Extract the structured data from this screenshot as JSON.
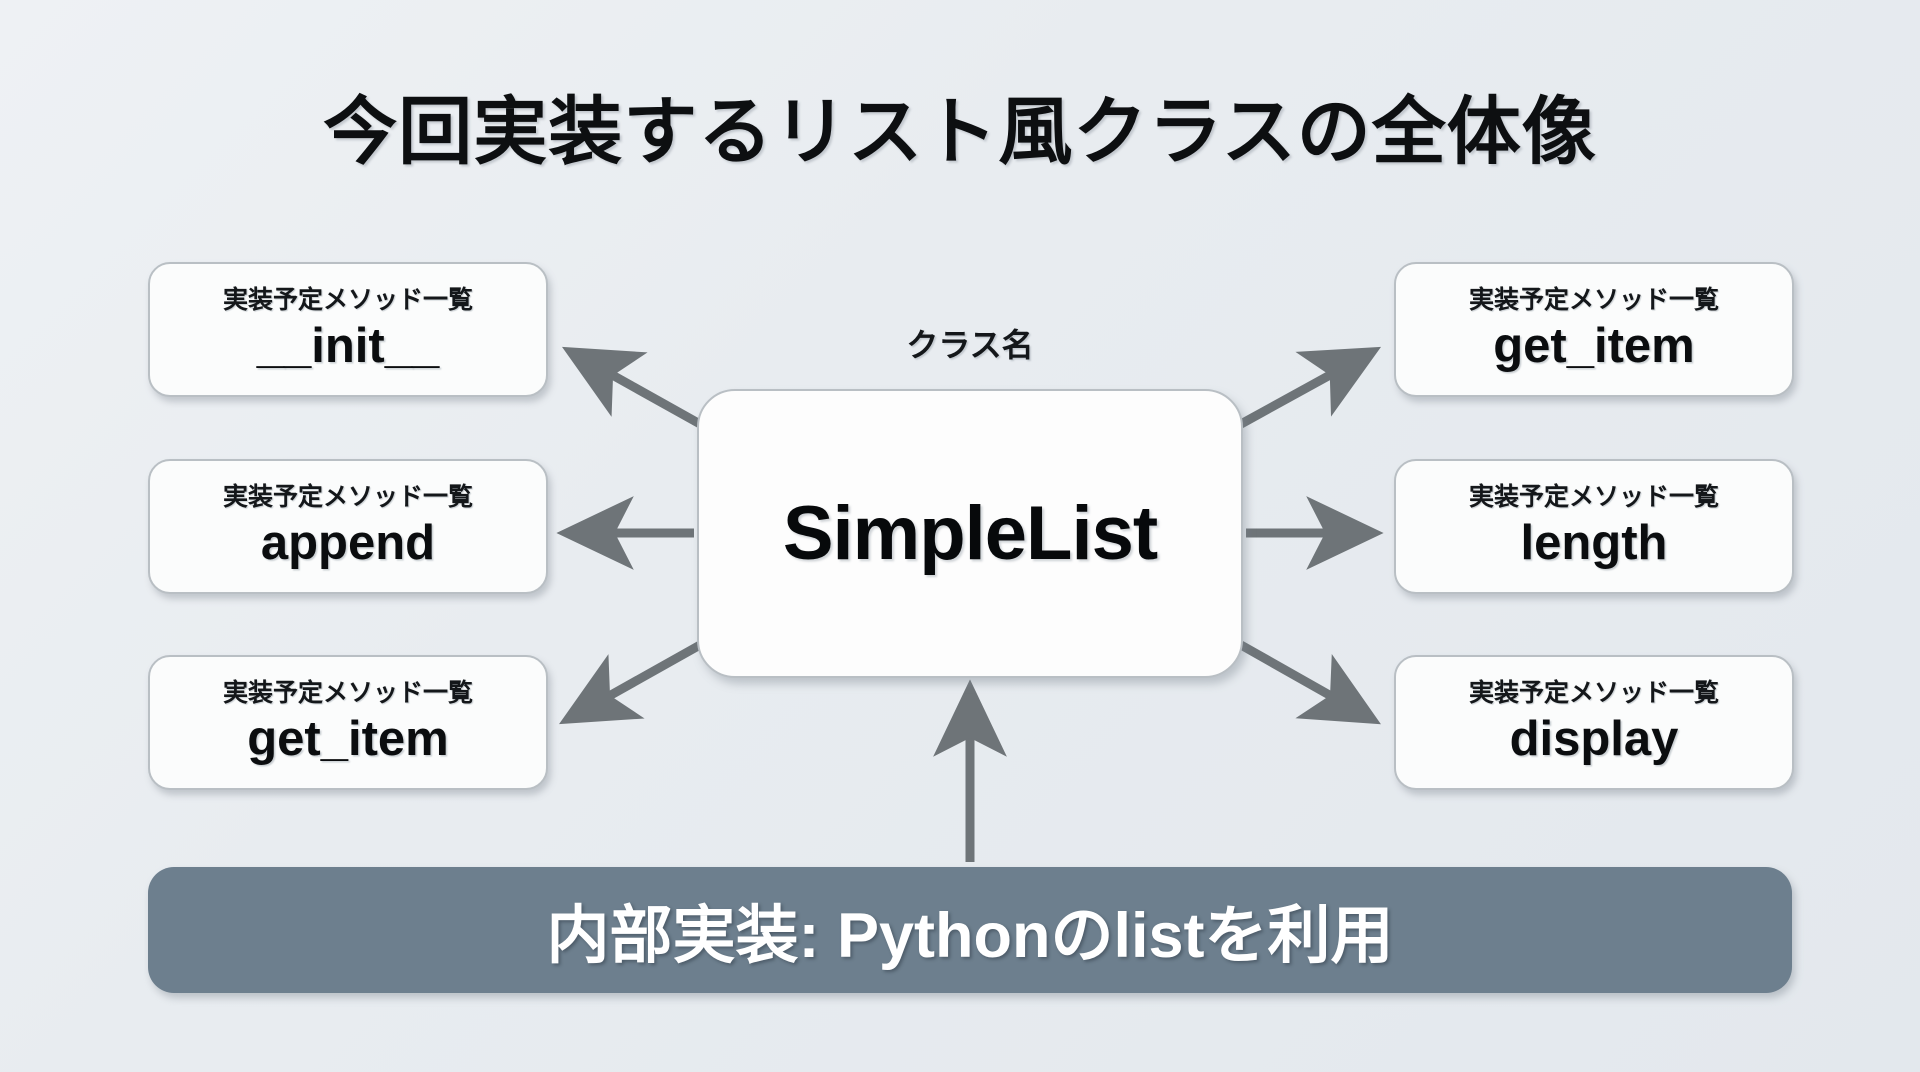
{
  "title": "今回実装するリスト風クラスの全体像",
  "center": {
    "label": "クラス名",
    "name": "SimpleList"
  },
  "method_caption": "実装予定メソッド一覧",
  "methods": {
    "left": [
      {
        "caption": "実装予定メソッド一覧",
        "name": "__init__"
      },
      {
        "caption": "実装予定メソッド一覧",
        "name": "append"
      },
      {
        "caption": "実装予定メソッド一覧",
        "name": "get_item"
      }
    ],
    "right": [
      {
        "caption": "実装予定メソッド一覧",
        "name": "get_item"
      },
      {
        "caption": "実装予定メソッド一覧",
        "name": "length"
      },
      {
        "caption": "実装予定メソッド一覧",
        "name": "display"
      }
    ]
  },
  "implementation_bar": {
    "text": "内部実装: Pythonのlistを利用"
  },
  "colors": {
    "background_start": "#eef1f4",
    "background_end": "#e3e8ed",
    "box_fill": "#fbfcfc",
    "box_border": "#b9bfc4",
    "text_dark": "#0b0d0f",
    "arrow": "#6e7478",
    "impl_bar_fill": "#6d7f8e",
    "impl_bar_text": "#ffffff"
  }
}
